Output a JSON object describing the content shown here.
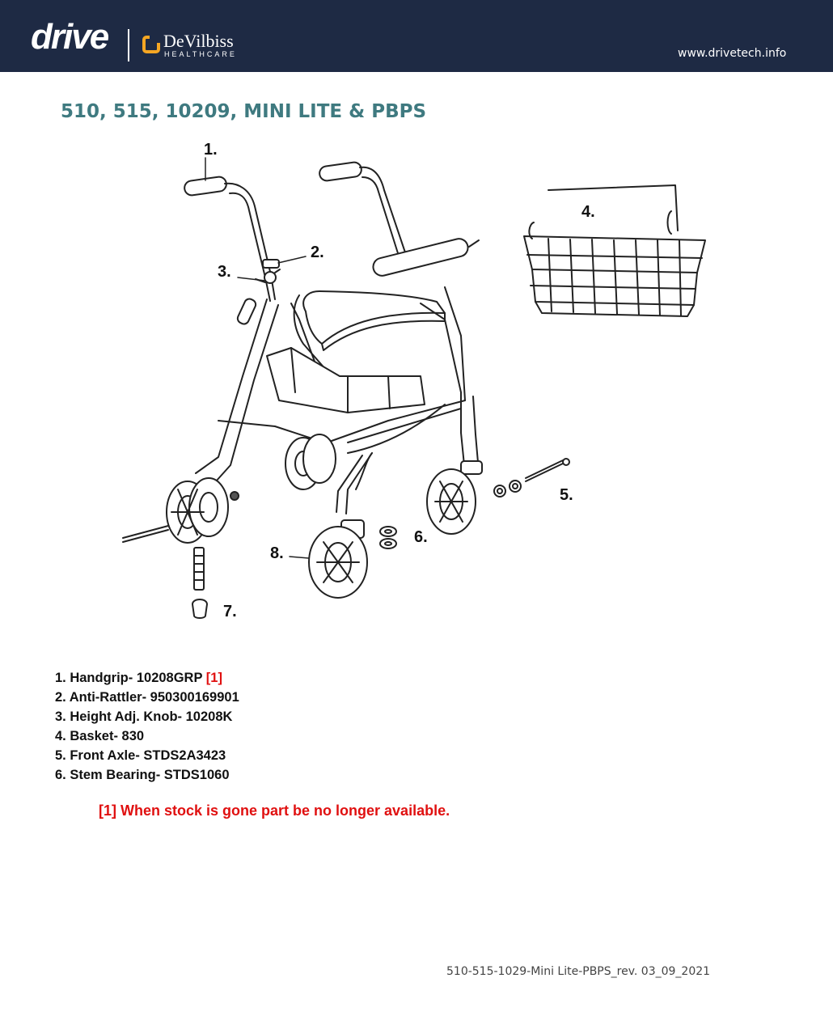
{
  "header": {
    "brand_drive": "drive",
    "brand_devilbiss": "DeVilbiss",
    "brand_devilbiss_sub": "HEALTHCARE",
    "website": "www.drivetech.info",
    "bg_color": "#1e2a44",
    "accent_color": "#f5a623"
  },
  "title": "510, 515, 10209, MINI LITE & PBPS",
  "title_color": "#3f7a80",
  "diagram": {
    "callouts": [
      "1.",
      "2.",
      "3.",
      "4.",
      "5.",
      "6.",
      "7.",
      "8."
    ]
  },
  "parts": [
    {
      "text": "1. Handgrip- 10208GRP",
      "ref": "[1]"
    },
    {
      "text": "2. Anti-Rattler- 950300169901",
      "ref": ""
    },
    {
      "text": "3. Height Adj. Knob- 10208K",
      "ref": ""
    },
    {
      "text": "4. Basket- 830",
      "ref": ""
    },
    {
      "text": "5. Front Axle- STDS2A3423",
      "ref": ""
    },
    {
      "text": "6. Stem Bearing- STDS1060",
      "ref": ""
    }
  ],
  "footnote": "[1] When stock is gone part be no longer available.",
  "footnote_color": "#e01010",
  "footer": "510-515-1029-Mini Lite-PBPS_rev. 03_09_2021"
}
